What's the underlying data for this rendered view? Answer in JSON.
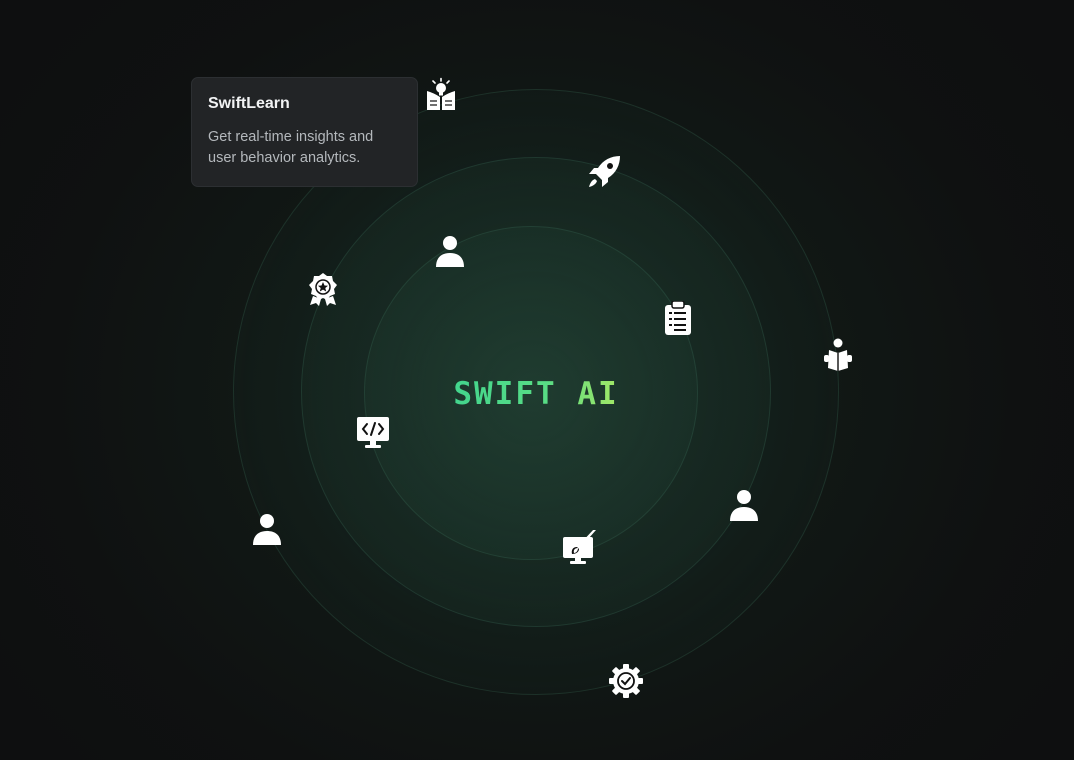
{
  "brand": {
    "title": "SWIFT AI"
  },
  "tooltip": {
    "title": "SwiftLearn",
    "description": "Get real-time insights and user behavior analytics."
  },
  "icons": [
    "idea-book-icon",
    "rocket-icon",
    "user-icon",
    "badge-icon",
    "clipboard-icon",
    "reading-icon",
    "code-monitor-icon",
    "user-icon",
    "user-icon",
    "design-monitor-icon",
    "settings-gear-icon"
  ],
  "colors": {
    "accent_start": "#3fd48f",
    "accent_end": "#b4ea5f",
    "background": "#0f1111"
  }
}
